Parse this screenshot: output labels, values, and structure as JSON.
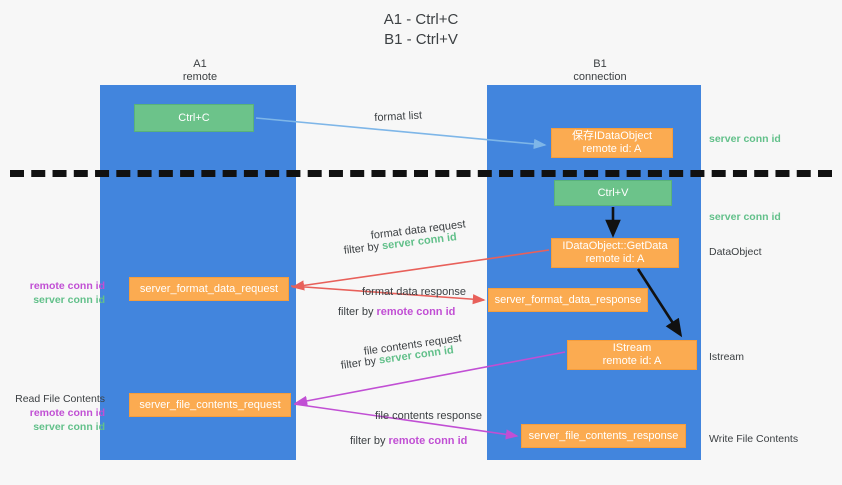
{
  "title": {
    "line1": "A1 - Ctrl+C",
    "line2": "B1 - Ctrl+V"
  },
  "columns": [
    {
      "name": "A1",
      "sub": "remote"
    },
    {
      "name": "B1",
      "sub": "connection"
    }
  ],
  "boxes": {
    "ctrl_c": "Ctrl+C",
    "ctrl_v": "Ctrl+V",
    "idataobject_title": "保存IDataObject",
    "idataobject_sub": "remote id: A",
    "getdata_title": "IDataObject::GetData",
    "getdata_sub": "remote id: A",
    "istream_title": "IStream",
    "istream_sub": "remote id: A",
    "format_data_request": "server_format_data_request",
    "format_data_response": "server_format_data_response",
    "file_contents_request": "server_file_contents_request",
    "file_contents_response": "server_file_contents_response"
  },
  "arrow_labels": {
    "format_list": "format list",
    "format_data_request": "format data request",
    "format_data_request_filter_prefix": "filter by ",
    "format_data_request_filter_value": "server conn id",
    "format_data_response": "format data response",
    "format_data_response_filter_prefix": "filter by ",
    "format_data_response_filter_value": "remote conn id",
    "file_contents_request": "file contents request",
    "file_contents_request_filter_prefix": "filter by ",
    "file_contents_request_filter_value": "server conn id",
    "file_contents_response": "file contents response",
    "file_contents_response_filter_prefix": "filter by ",
    "file_contents_response_filter_value": "remote conn id"
  },
  "left_notes": {
    "note1_remote": "remote conn id",
    "note1_server": "server conn id",
    "note2_heading": "Read File Contents",
    "note2_remote": "remote conn id",
    "note2_server": "server conn id"
  },
  "right_notes": {
    "server_conn_id_top": "server conn id",
    "server_conn_id_mid": "server conn id",
    "data_object": "DataObject",
    "istream": "Istream",
    "write_file_contents": "Write File Contents"
  },
  "colors": {
    "lane": "#4285dd",
    "green_box": "#6cc38a",
    "orange_box": "#fbab51",
    "remote_conn": "#c14fd4",
    "server_conn": "#62c08a",
    "text": "#3c4043",
    "arrow_blue": "#7eb6e8",
    "arrow_red": "#e8605a",
    "arrow_magenta": "#c14fd4",
    "arrow_black": "#111111",
    "background": "#f7f7f7"
  }
}
